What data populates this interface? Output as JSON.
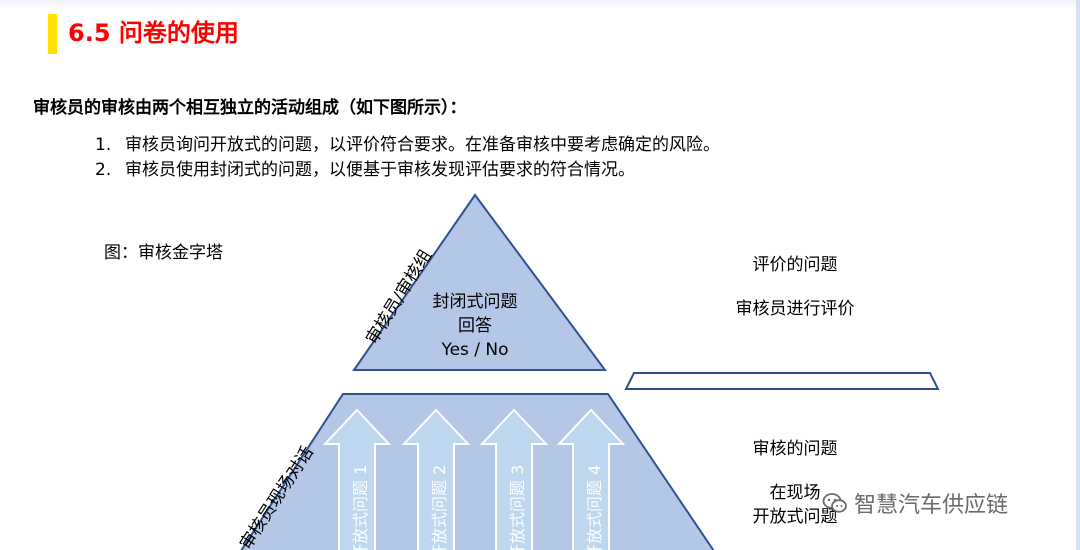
{
  "slide": {
    "title": "6.5 问卷的使用",
    "intro": "审核员的审核由两个相互独立的活动组成（如下图所示）：",
    "steps": [
      {
        "num": "1.",
        "text": "审核员询问开放式的问题，以评价符合要求。在准备审核中要考虑确定的风险。"
      },
      {
        "num": "2.",
        "text": "审核员使用封闭式的问题，以便基于审核发现评估要求的符合情况。"
      }
    ],
    "caption": "图：审核金字塔"
  },
  "pyramid": {
    "top_side_label": "审核员/审核组",
    "top_lines": [
      "封闭式问题",
      "回答",
      "Yes / No"
    ],
    "bottom_side_label": "审核员现场对话",
    "arrows": [
      "开放式问题 1",
      "开放式问题 2",
      "开放式问题 3",
      "开放式问题 4"
    ]
  },
  "right_panel": {
    "upper_line1": "评价的问题",
    "upper_line2": "审核员进行评价",
    "lower_line1": "审核的问题",
    "lower_line2": "在现场",
    "lower_line3": "开放式问题"
  },
  "watermark": {
    "text": "智慧汽车供应链",
    "icon": "wechat-icon"
  },
  "colors": {
    "title": "#ff0000",
    "title_bar": "#ffe100",
    "pyramid_fill": "#b4c7e7",
    "pyramid_stroke": "#2f528f",
    "arrow_fill": "#bdd7ee",
    "arrow_stroke": "#ffffff"
  }
}
